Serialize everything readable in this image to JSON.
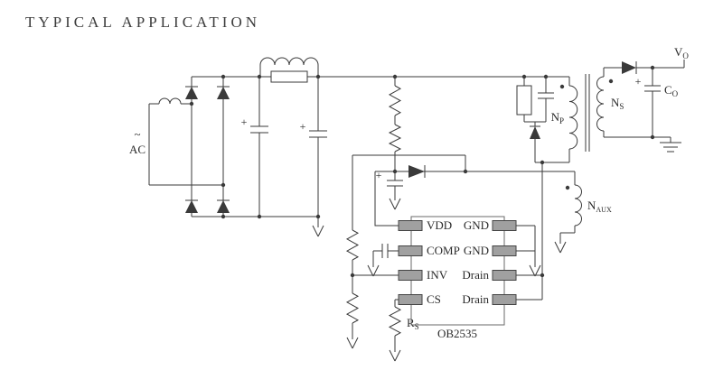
{
  "title": "TYPICAL APPLICATION",
  "ic": {
    "part_number": "OB2535",
    "pins_left": [
      "VDD",
      "COMP",
      "INV",
      "CS"
    ],
    "pins_right": [
      "GND",
      "GND",
      "Drain",
      "Drain"
    ]
  },
  "labels": {
    "ac_tilde": "~",
    "ac": "AC",
    "plus": "+",
    "primary_winding": {
      "base": "N",
      "sub": "P"
    },
    "secondary_winding": {
      "base": "N",
      "sub": "S"
    },
    "aux_winding": {
      "base": "N",
      "sub": "AUX"
    },
    "output_cap": {
      "base": "C",
      "sub": "O"
    },
    "output_voltage": {
      "base": "V",
      "sub": "O"
    },
    "sense_resistor": {
      "base": "R",
      "sub": "S"
    }
  },
  "colors": {
    "line": "#3a3a3a",
    "pin_fill": "#a0a0a0",
    "background": "#ffffff"
  }
}
